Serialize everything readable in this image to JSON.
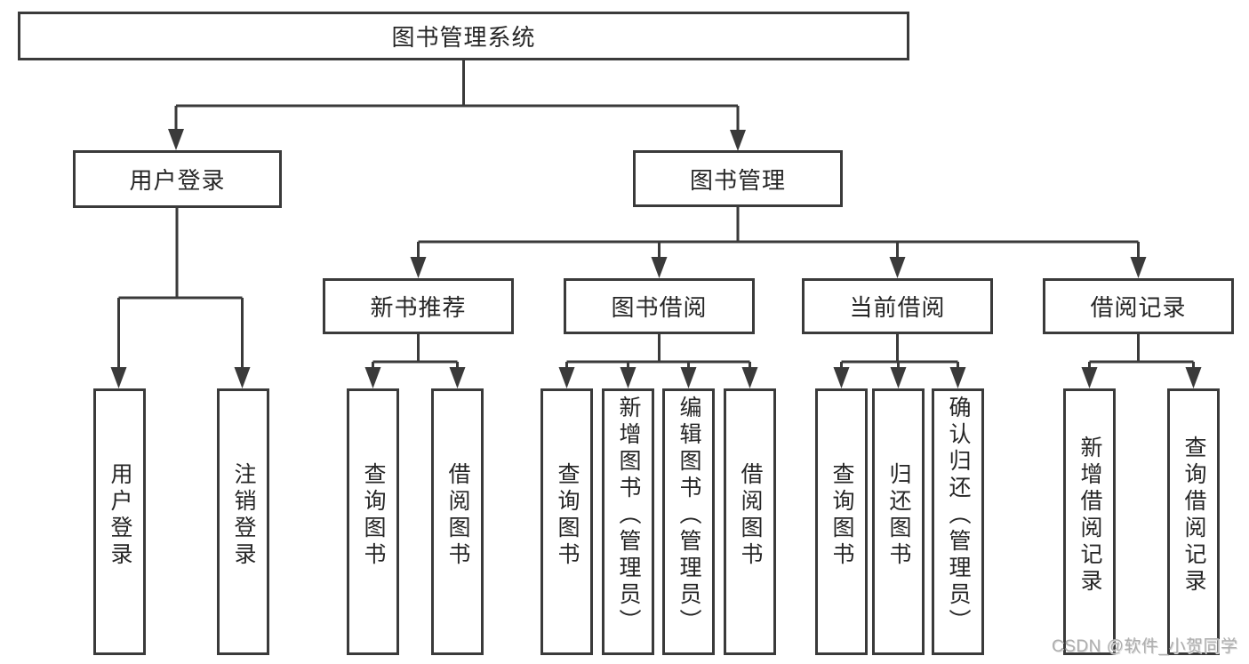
{
  "diagram_title": "图书管理系统",
  "nodes": {
    "root": "图书管理系统",
    "user_login": "用户登录",
    "book_mgmt": "图书管理",
    "new_book_rec": "新书推荐",
    "book_borrow": "图书借阅",
    "current_borrow": "当前借阅",
    "borrow_records": "借阅记录",
    "leaf_user_login": "用户登录",
    "leaf_logout": "注销登录",
    "nbr_query_book": "查询图书",
    "nbr_borrow_book": "借阅图书",
    "bb_query_book": "查询图书",
    "bb_add_book": "新增图书（管理员）",
    "bb_edit_book": "编辑图书（管理员）",
    "bb_borrow_book": "借阅图书",
    "cb_query_book": "查询图书",
    "cb_return_book": "归还图书",
    "cb_confirm_return": "确认归还（管理员）",
    "br_add_record": "新增借阅记录",
    "br_query_record": "查询借阅记录"
  },
  "hierarchy": {
    "图书管理系统": {
      "用户登录": [
        "用户登录",
        "注销登录"
      ],
      "图书管理": {
        "新书推荐": [
          "查询图书",
          "借阅图书"
        ],
        "图书借阅": [
          "查询图书",
          "新增图书（管理员）",
          "编辑图书（管理员）",
          "借阅图书"
        ],
        "当前借阅": [
          "查询图书",
          "归还图书",
          "确认归还（管理员）"
        ],
        "借阅记录": [
          "新增借阅记录",
          "查询借阅记录"
        ]
      }
    }
  },
  "watermark": "CSDN @软件_小贺同学",
  "colors": {
    "line": "#3a3a3a",
    "text": "#262626",
    "box_background": "#ffffff",
    "watermark": "#aeaeae",
    "background": "#ffffff"
  }
}
